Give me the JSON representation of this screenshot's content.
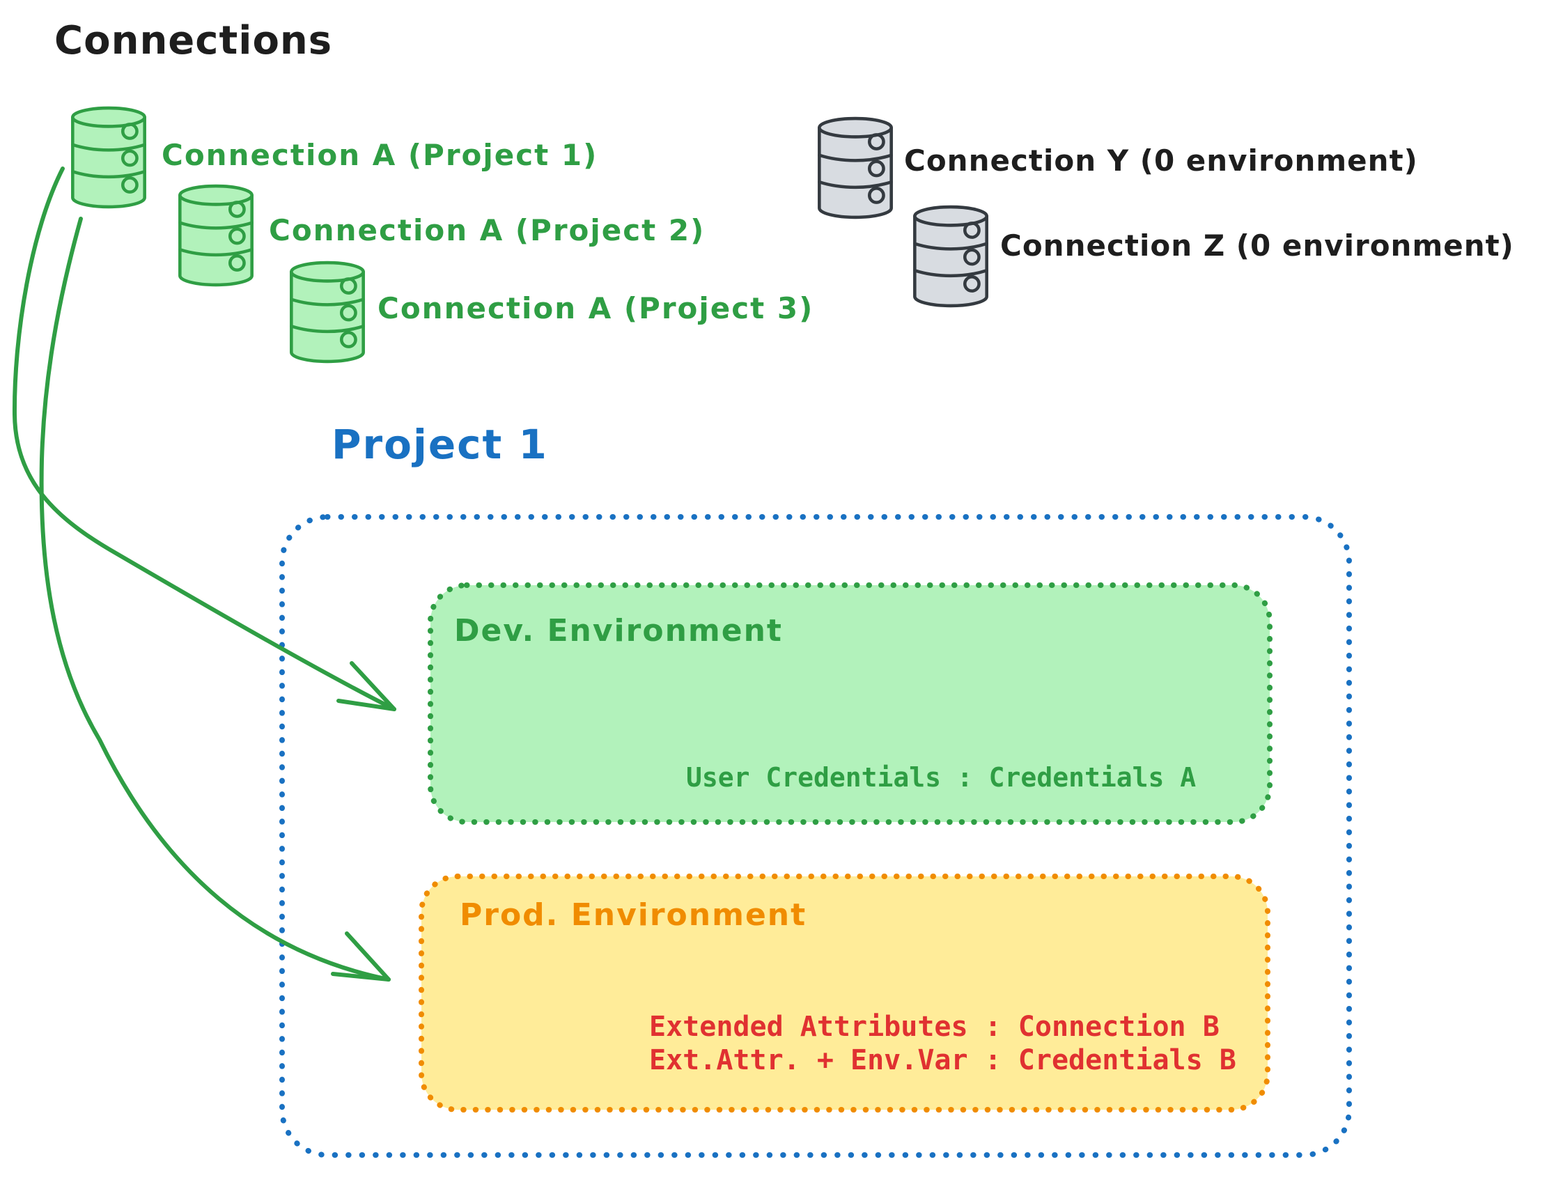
{
  "palette": {
    "ink": "#1e1e1e",
    "green": "#2f9e44",
    "green_fill": "#b2f2bb",
    "blue": "#1971c2",
    "orange": "#f08c00",
    "orange_fill": "#ffec99",
    "red": "#e03131",
    "gray_stroke": "#343a40",
    "gray_fill": "#d8dce1",
    "bg": "#ffffff"
  },
  "header": {
    "title": "Connections"
  },
  "connections": {
    "project_a": [
      {
        "label": "Connection A (Project 1)"
      },
      {
        "label": "Connection A (Project 2)"
      },
      {
        "label": "Connection A (Project 3)"
      }
    ],
    "unassigned": [
      {
        "label": "Connection Y (0 environment)"
      },
      {
        "label": "Connection Z (0 environment)"
      }
    ]
  },
  "project": {
    "title": "Project 1",
    "environments": {
      "dev": {
        "title": "Dev. Environment",
        "mapping": "User Credentials : Credentials A"
      },
      "prod": {
        "title": "Prod. Environment",
        "mappings": [
          "Extended Attributes : Connection B",
          "Ext.Attr. + Env.Var : Credentials B"
        ]
      }
    }
  }
}
